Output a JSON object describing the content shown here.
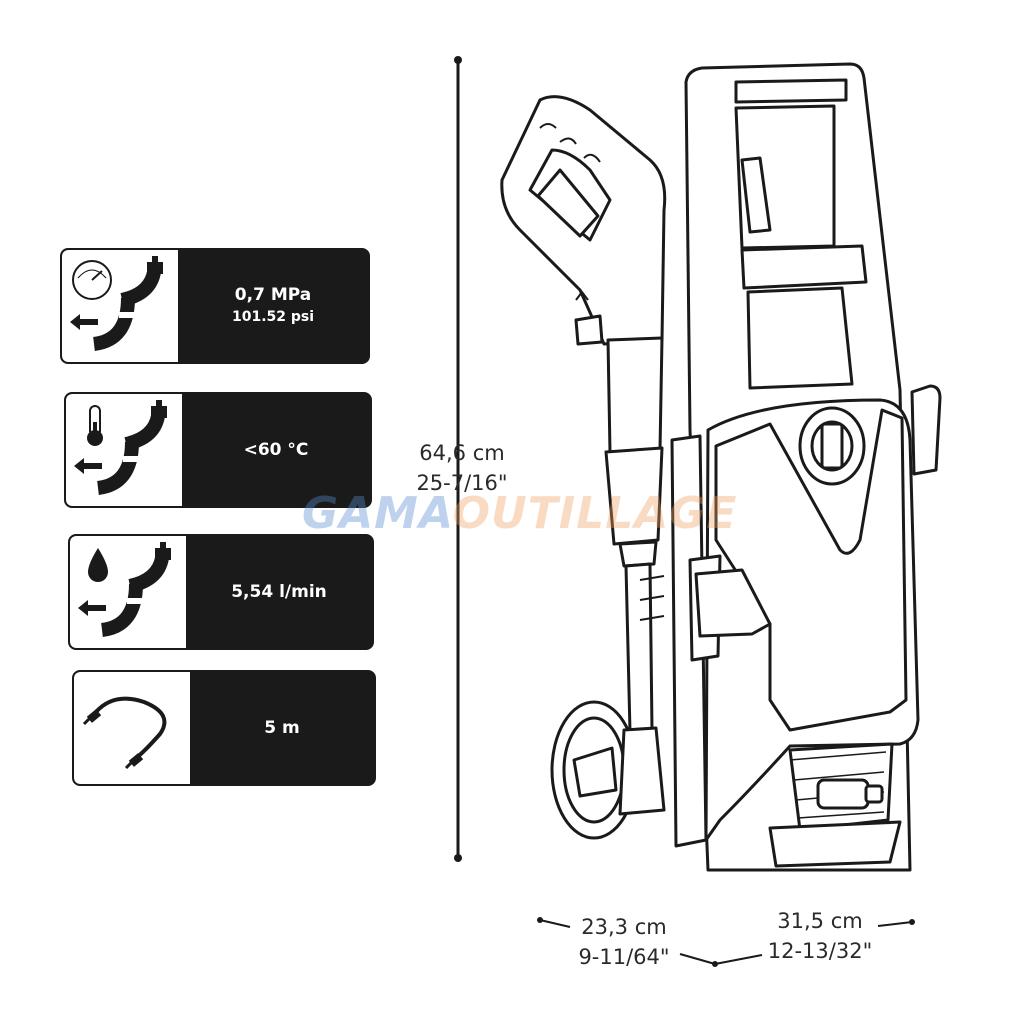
{
  "specs": {
    "pressure": {
      "value": "0,7 MPa",
      "sub": "101.52 psi",
      "icon": "pressure-gauge-icon"
    },
    "temperature": {
      "value": "<60 °C",
      "icon": "thermometer-icon"
    },
    "flow": {
      "value": "5,54 l/min",
      "icon": "water-drop-icon"
    },
    "hose": {
      "value": "5 m",
      "icon": "hose-icon"
    }
  },
  "dimensions": {
    "height_cm": "64,6 cm",
    "height_in": "25-7/16\"",
    "depth_cm": "23,3 cm",
    "depth_in": "9-11/64\"",
    "width_cm": "31,5 cm",
    "width_in": "12-13/32\""
  },
  "watermark": {
    "part1": "GAMA",
    "part2": "OUTILLAGE"
  }
}
